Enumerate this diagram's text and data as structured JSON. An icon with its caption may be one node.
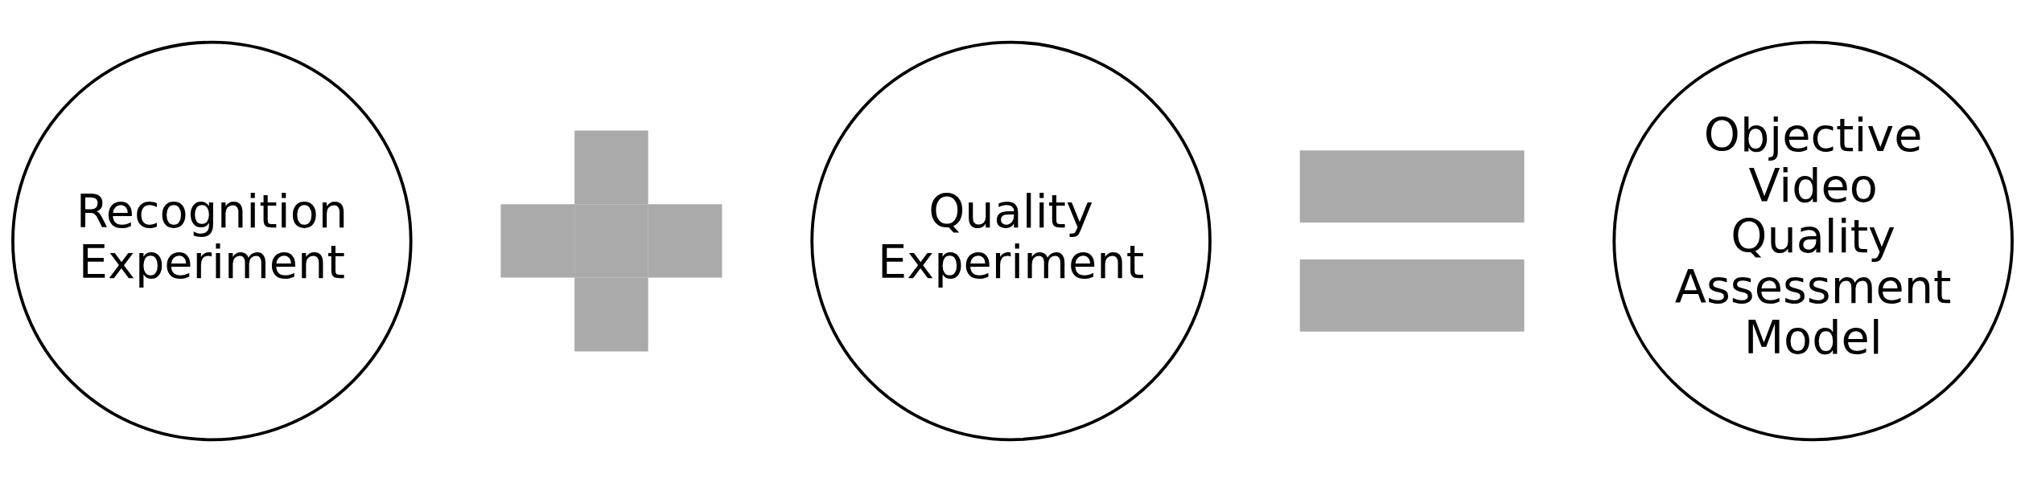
{
  "diagram": {
    "nodes": [
      {
        "text": [
          "Recognition Experiment"
        ]
      },
      {
        "text": [],
        "shape": "plus"
      },
      {
        "text": [
          "Quality Experiment"
        ]
      },
      {
        "text": [],
        "shape": "equals"
      },
      {
        "text": [
          "Objective Video Quality Assessment Model"
        ]
      }
    ]
  }
}
